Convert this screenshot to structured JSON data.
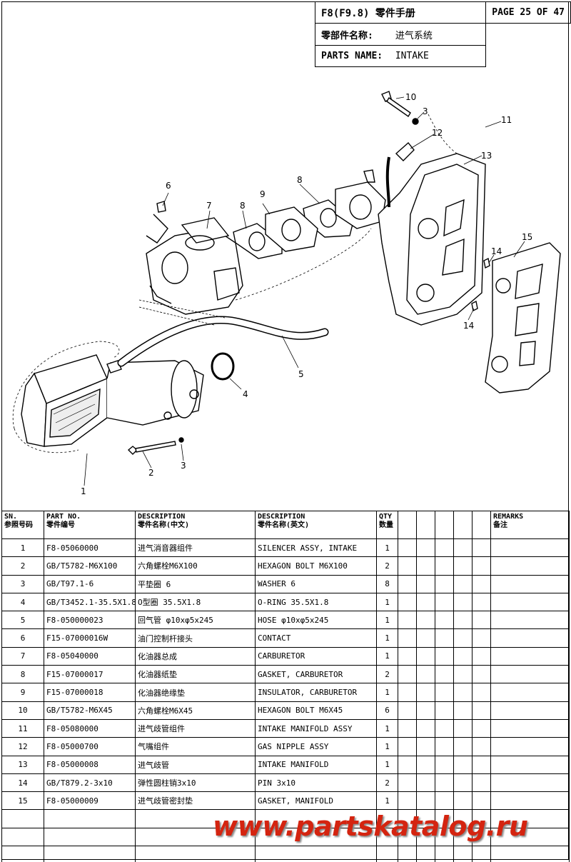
{
  "header": {
    "model": "F8(F9.8) 零件手册",
    "page": "PAGE 25 OF 47",
    "parts_name_cn_label": "零部件名称:",
    "parts_name_cn": "进气系统",
    "parts_name_en_label": "PARTS NAME:",
    "parts_name_en": "INTAKE"
  },
  "table": {
    "headers": {
      "sn_en": "SN.",
      "sn_cn": "参照号码",
      "part_en": "PART NO.",
      "part_cn": "零件编号",
      "desc_cn_en": "DESCRIPTION",
      "desc_cn_cn": "零件名称(中文)",
      "desc_en_en": "DESCRIPTION",
      "desc_en_cn": "零件名称(英文)",
      "qty_en": "QTY",
      "qty_cn": "数量",
      "remarks_en": "REMARKS",
      "remarks_cn": "备注"
    },
    "rows": [
      {
        "sn": "1",
        "part": "F8-05060000",
        "cn": "进气消音器组件",
        "en": "SILENCER ASSY, INTAKE",
        "qty": "1"
      },
      {
        "sn": "2",
        "part": "GB/T5782-M6X100",
        "cn": "六角螺栓M6X100",
        "en": "HEXAGON BOLT M6X100",
        "qty": "2"
      },
      {
        "sn": "3",
        "part": "GB/T97.1-6",
        "cn": "平垫圈 6",
        "en": "WASHER 6",
        "qty": "8"
      },
      {
        "sn": "4",
        "part": "GB/T3452.1-35.5X1.8",
        "cn": "O型圈 35.5X1.8",
        "en": "O-RING 35.5X1.8",
        "qty": "1"
      },
      {
        "sn": "5",
        "part": "F8-050000023",
        "cn": "回气管 φ10xφ5x245",
        "en": "HOSE φ10xφ5x245",
        "qty": "1"
      },
      {
        "sn": "6",
        "part": "F15-07000016W",
        "cn": "油门控制杆接头",
        "en": "CONTACT",
        "qty": "1"
      },
      {
        "sn": "7",
        "part": "F8-05040000",
        "cn": "化油器总成",
        "en": "CARBURETOR",
        "qty": "1"
      },
      {
        "sn": "8",
        "part": "F15-07000017",
        "cn": "化油器纸垫",
        "en": "GASKET, CARBURETOR",
        "qty": "2"
      },
      {
        "sn": "9",
        "part": "F15-07000018",
        "cn": "化油器绝缘垫",
        "en": "INSULATOR, CARBURETOR",
        "qty": "1"
      },
      {
        "sn": "10",
        "part": "GB/T5782-M6X45",
        "cn": "六角螺栓M6X45",
        "en": "HEXAGON BOLT M6X45",
        "qty": "6"
      },
      {
        "sn": "11",
        "part": "F8-05080000",
        "cn": "进气歧管组件",
        "en": "INTAKE MANIFOLD ASSY",
        "qty": "1"
      },
      {
        "sn": "12",
        "part": "F8-05000700",
        "cn": "气嘴组件",
        "en": "GAS NIPPLE ASSY",
        "qty": "1"
      },
      {
        "sn": "13",
        "part": "F8-05000008",
        "cn": "进气歧管",
        "en": "INTAKE MANIFOLD",
        "qty": "1"
      },
      {
        "sn": "14",
        "part": "GB/T879.2-3x10",
        "cn": "弹性圆柱销3x10",
        "en": "PIN 3x10",
        "qty": "2"
      },
      {
        "sn": "15",
        "part": "F8-05000009",
        "cn": "进气歧管密封垫",
        "en": "GASKET, MANIFOLD",
        "qty": "1"
      }
    ]
  },
  "diagram_labels": [
    "1",
    "2",
    "3",
    "3",
    "4",
    "5",
    "6",
    "7",
    "8",
    "8",
    "9",
    "10",
    "11",
    "12",
    "13",
    "14",
    "14",
    "15"
  ],
  "watermark": "www.partskatalog.ru",
  "colors": {
    "watermark": "#d42410"
  }
}
